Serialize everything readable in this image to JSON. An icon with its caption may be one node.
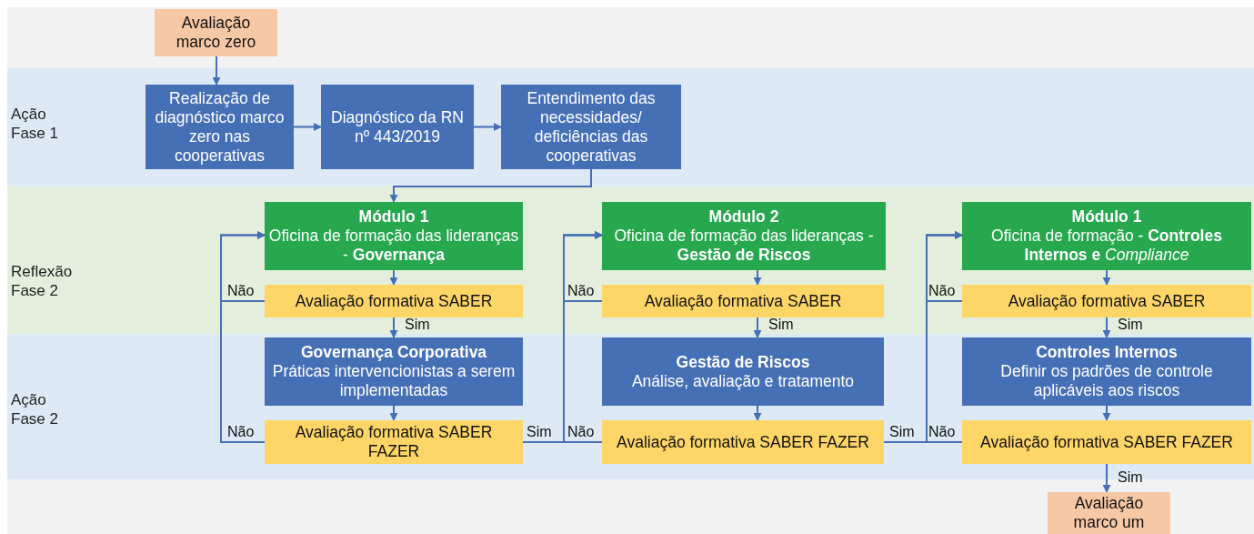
{
  "diagram": {
    "nodes": [
      {
        "text": [
          "Avaliação marco zero"
        ]
      },
      {
        "text": [
          "Ação Fase 1"
        ]
      },
      {
        "text": [
          "Realização de diagnóstico marco zero nas cooperativas"
        ],
        "in": 1
      },
      {
        "text": [
          "Diagnóstico da RN nº 443/2019"
        ],
        "in": 1
      },
      {
        "text": [
          "Entendimento das necessidades/ deficiências das cooperativas"
        ],
        "in": 1
      },
      {
        "text": [
          "Reflexão Fase 2"
        ]
      },
      {
        "text": [
          "Módulo 1",
          "Oficina de formação das lideranças - **Governança**"
        ],
        "in": 5
      },
      {
        "text": [
          "Avaliação formativa SABER"
        ],
        "in": 5
      },
      {
        "text": [
          "Módulo 2",
          "Oficina de formação das lideranças - **Gestão de Riscos**"
        ],
        "in": 5
      },
      {
        "text": [
          "Avaliação formativa SABER"
        ],
        "in": 5
      },
      {
        "text": [
          "Módulo 1",
          "Oficina de formação - **Controles Internos e** *Compliance*"
        ],
        "in": 5
      },
      {
        "text": [
          "Avaliação formativa SABER"
        ],
        "in": 5
      },
      {
        "text": [
          "Ação Fase 2"
        ]
      },
      {
        "text": [
          "Governança Corporativa",
          "Práticas intervencionistas a serem implementadas"
        ],
        "in": 12
      },
      {
        "text": [
          "Avaliação formativa SABER FAZER"
        ],
        "in": 12
      },
      {
        "text": [
          "Gestão de Riscos",
          "Análise, avaliação e tratamento"
        ],
        "in": 12
      },
      {
        "text": [
          "Avaliação formativa SABER FAZER"
        ],
        "in": 12
      },
      {
        "text": [
          "Controles Internos",
          "Definir os padrões de controle aplicáveis aos riscos"
        ],
        "in": 12
      },
      {
        "text": [
          "Avaliação formativa SABER FAZER"
        ],
        "in": 12
      },
      {
        "text": [
          "Avaliação marco um"
        ]
      }
    ],
    "edges": [
      {
        "from": 0,
        "to": 2,
        "arrow": "to"
      },
      {
        "from": 2,
        "to": 3,
        "arrow": "to"
      },
      {
        "from": 3,
        "to": 4,
        "arrow": "to"
      },
      {
        "from": 4,
        "to": 6,
        "arrow": "to"
      },
      {
        "from": 6,
        "to": 7,
        "arrow": "to"
      },
      {
        "from": 7,
        "to": 6,
        "arrow": "to",
        "label": "Não"
      },
      {
        "from": 7,
        "to": 13,
        "arrow": "to",
        "label": "Sim"
      },
      {
        "from": 13,
        "to": 14,
        "arrow": "to"
      },
      {
        "from": 14,
        "to": 6,
        "arrow": "to",
        "label": "Não"
      },
      {
        "from": 14,
        "to": 8,
        "arrow": "to",
        "label": "Sim"
      },
      {
        "from": 8,
        "to": 9,
        "arrow": "to"
      },
      {
        "from": 9,
        "to": 8,
        "arrow": "to",
        "label": "Não"
      },
      {
        "from": 9,
        "to": 15,
        "arrow": "to",
        "label": "Sim"
      },
      {
        "from": 15,
        "to": 16,
        "arrow": "to"
      },
      {
        "from": 16,
        "to": 8,
        "arrow": "to",
        "label": "Não"
      },
      {
        "from": 16,
        "to": 10,
        "arrow": "to",
        "label": "Sim"
      },
      {
        "from": 10,
        "to": 11,
        "arrow": "to"
      },
      {
        "from": 11,
        "to": 10,
        "arrow": "to",
        "label": "Não"
      },
      {
        "from": 11,
        "to": 17,
        "arrow": "to",
        "label": "Sim"
      },
      {
        "from": 17,
        "to": 18,
        "arrow": "to"
      },
      {
        "from": 18,
        "to": 10,
        "arrow": "to",
        "label": "Não"
      },
      {
        "from": 18,
        "to": 19,
        "arrow": "to",
        "label": "Sim"
      }
    ]
  }
}
